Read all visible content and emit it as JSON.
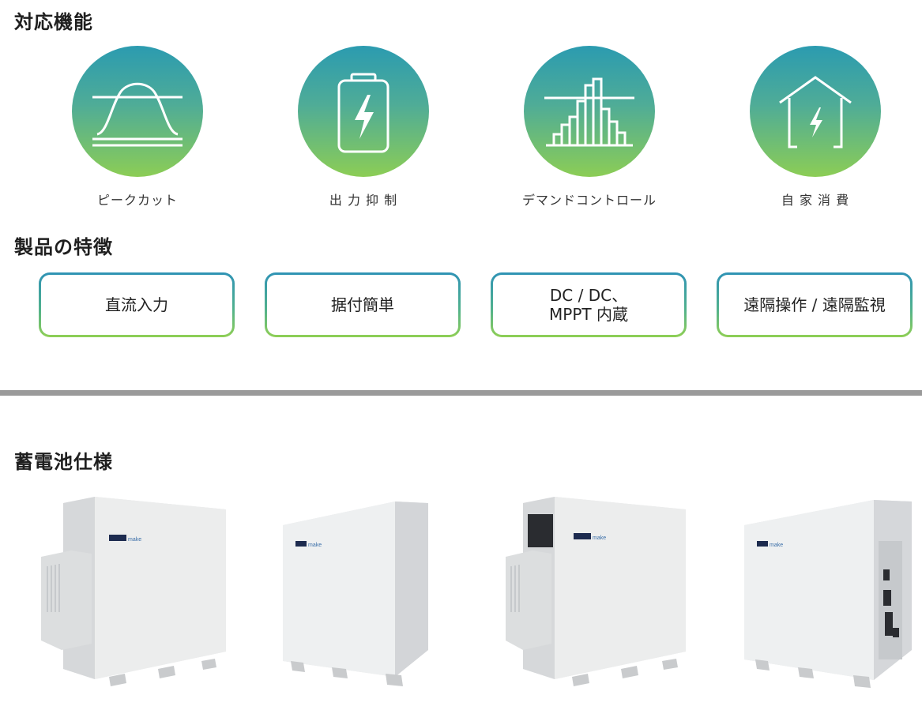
{
  "sections": {
    "functions_title": "対応機能",
    "features_title": "製品の特徴",
    "specs_title": "蓄電池仕様"
  },
  "functions": [
    {
      "label": "ピークカット",
      "icon": "peak-cut-icon"
    },
    {
      "label": "出 力 抑 制",
      "icon": "battery-charge-icon"
    },
    {
      "label": "デマンドコントロール",
      "icon": "demand-control-icon"
    },
    {
      "label": "自 家 消 費",
      "icon": "home-power-icon"
    }
  ],
  "features": [
    {
      "label": "直流入力"
    },
    {
      "label": "据付簡単"
    },
    {
      "label": "DC / DC、\nMPPT 内蔵"
    },
    {
      "label": "遠隔操作 / 遠隔監視"
    }
  ],
  "products": [
    {
      "brand": "DMM.make",
      "variant": "with-cooling-unit"
    },
    {
      "brand": "DMM.make",
      "variant": "standard"
    },
    {
      "brand": "DMM.make",
      "variant": "with-cooling-unit-and-window"
    },
    {
      "brand": "DMM.make",
      "variant": "open-side-panel"
    }
  ],
  "colors": {
    "gradient_top": "#2b9bb0",
    "gradient_bottom": "#8ccd55",
    "divider": "#9a9a9a"
  }
}
